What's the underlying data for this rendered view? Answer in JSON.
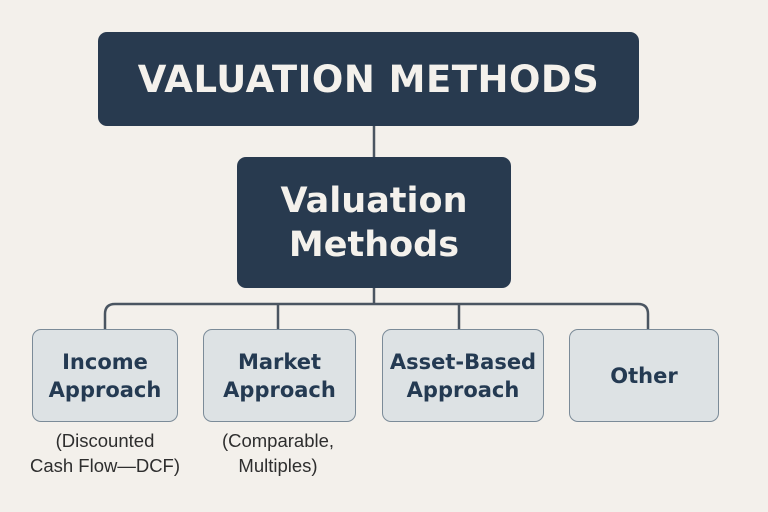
{
  "diagram": {
    "title": "VALUATION METHODS",
    "root": {
      "line1": "Valuation",
      "line2": "Methods"
    },
    "children": [
      {
        "line1": "Income",
        "line2": "Approach",
        "note_line1": "(Discounted",
        "note_line2": "Cash Flow—DCF)"
      },
      {
        "line1": "Market",
        "line2": "Approach",
        "note_line1": "(Comparable,",
        "note_line2": "Multiples)"
      },
      {
        "line1": "Asset-Based",
        "line2": "Approach"
      },
      {
        "line1": "Other"
      }
    ]
  },
  "colors": {
    "background": "#f3f0eb",
    "dark_node": "#283a4f",
    "light_node": "#dde2e4",
    "light_border": "#7b8b98",
    "connector": "#4a5561"
  }
}
